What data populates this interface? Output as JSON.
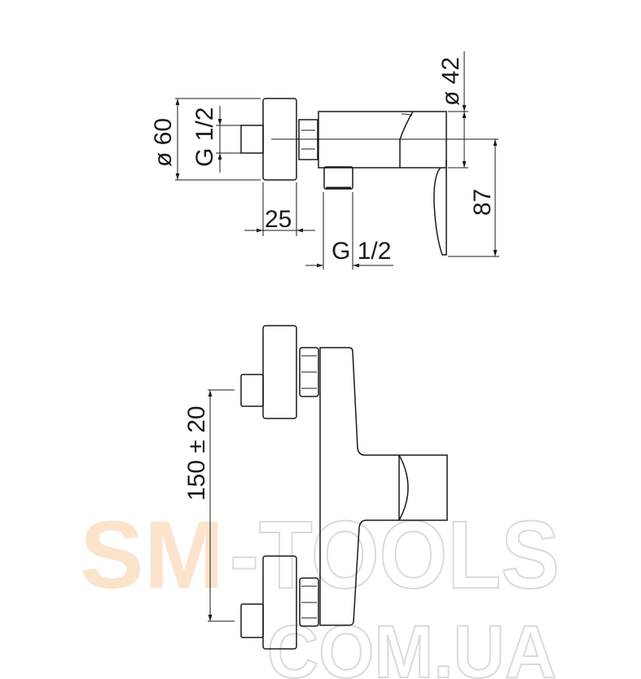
{
  "dimensions": {
    "flange_diameter": "ø 60",
    "inlet_thread": "G 1/2",
    "flange_depth": "25",
    "outlet_thread": "G 1/2",
    "body_diameter": "ø 42",
    "height": "87",
    "inlet_spacing": "150 ± 20"
  },
  "watermark": {
    "brand_part1": "SM",
    "brand_part2": "-TOOLS",
    "domain": "COM.UA",
    "brand_color": "#fbe3cc",
    "outline_color": "#d9d9d9"
  }
}
